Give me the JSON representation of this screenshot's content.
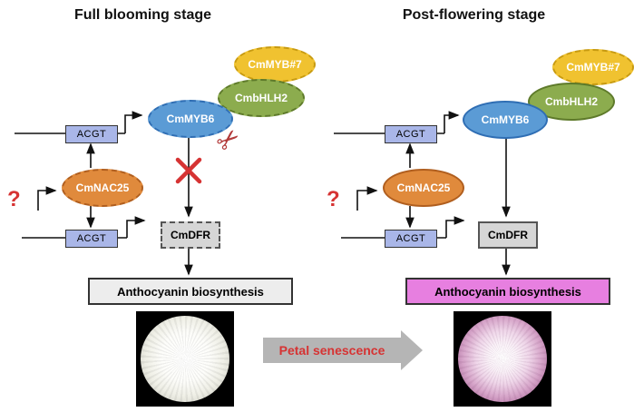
{
  "figure": {
    "left": {
      "title": "Full blooming stage",
      "myb7": "CmMYB#7",
      "bhlh2": "CmbHLH2",
      "myb6": "CmMYB6",
      "nac25": "CmNAC25",
      "acgt_top": "ACGT",
      "acgt_bottom": "ACGT",
      "dfr": "CmDFR",
      "question_mark": "?",
      "output": "Anthocyanin biosynthesis"
    },
    "right": {
      "title": "Post-flowering stage",
      "myb7": "CmMYB#7",
      "bhlh2": "CmbHLH2",
      "myb6": "CmMYB6",
      "nac25": "CmNAC25",
      "acgt_top": "ACGT",
      "acgt_bottom": "ACGT",
      "dfr": "CmDFR",
      "question_mark": "?",
      "output": "Anthocyanin biosynthesis"
    },
    "transition": {
      "label": "Petal senescence"
    },
    "icons": {
      "scissors": "✂"
    },
    "colors": {
      "myb7_fill": "#F0C230",
      "bhlh2_fill": "#8CAC4E",
      "myb6_fill": "#5B9BD5",
      "nac25_fill": "#E08A3C",
      "acgt_fill": "#A9B6E8",
      "dfr_fill": "#D6D6D6",
      "output_left_fill": "#EDEDED",
      "output_right_fill": "#E77FE0",
      "accent_red": "#D63333",
      "transition_arrow_fill": "#B5B5B5"
    }
  }
}
